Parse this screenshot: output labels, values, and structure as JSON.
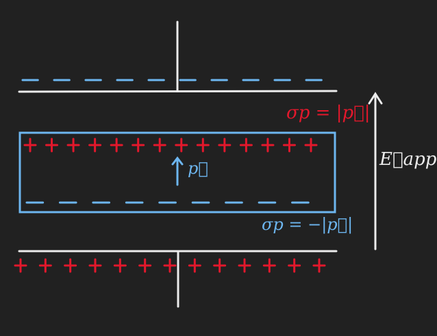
{
  "colors": {
    "background": "#212121",
    "plates": "#ececec",
    "negative": "#6db6f0",
    "positive": "#e3182c"
  },
  "labels": {
    "sigma_top": "σp = |p⃗|",
    "sigma_bottom": "σp = −|p⃗|",
    "polarization": "p⃗",
    "field": "E⃗app"
  },
  "charges": {
    "top_plate_negative_count": 10,
    "slab_top_positive_count": 14,
    "slab_bottom_negative_count": 9,
    "bottom_plate_positive_count": 13
  }
}
